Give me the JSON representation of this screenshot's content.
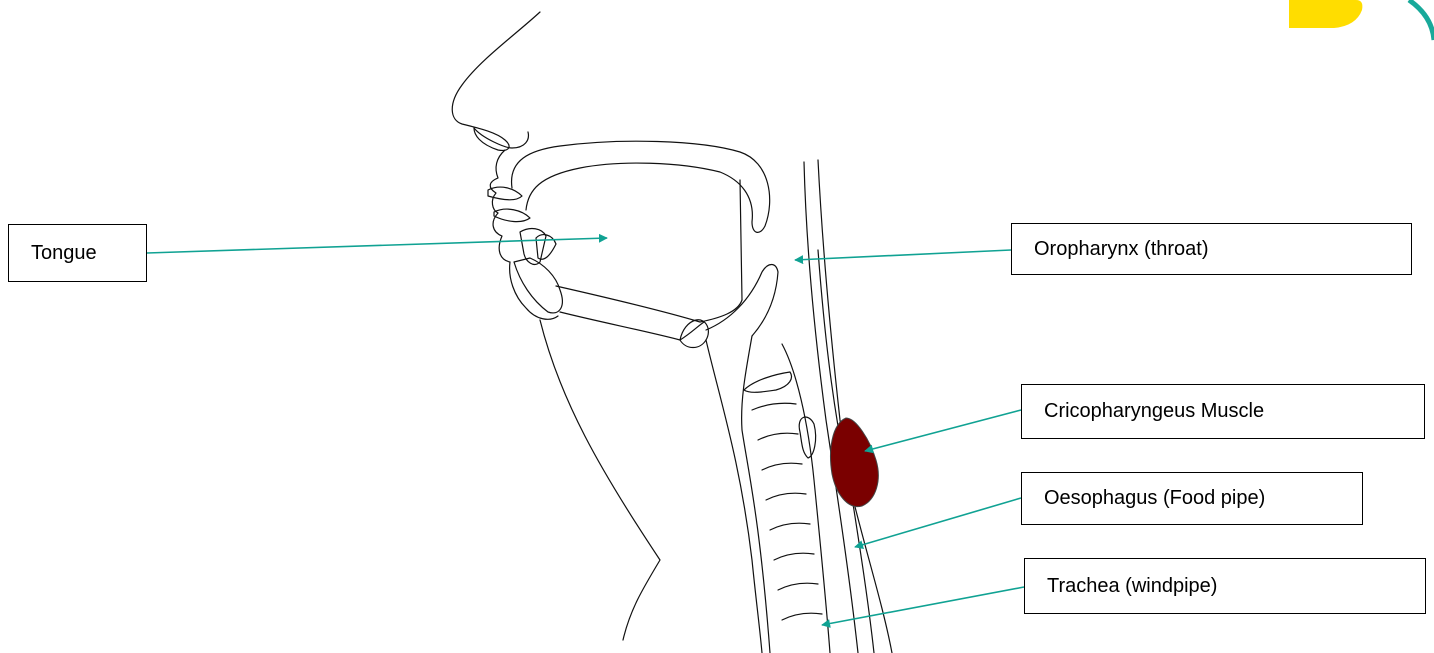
{
  "labels": {
    "tongue": "Tongue",
    "oropharynx": "Oropharynx (throat)",
    "cricopharyngeus": "Cricopharyngeus Muscle",
    "oesophagus": "Oesophagus (Food pipe)",
    "trachea": "Trachea (windpipe)"
  },
  "colors": {
    "arrow": "#10a293",
    "muscle": "#7a0000",
    "outline": "#111111",
    "logo_yellow": "#ffdd00",
    "logo_teal": "#18a99a"
  }
}
